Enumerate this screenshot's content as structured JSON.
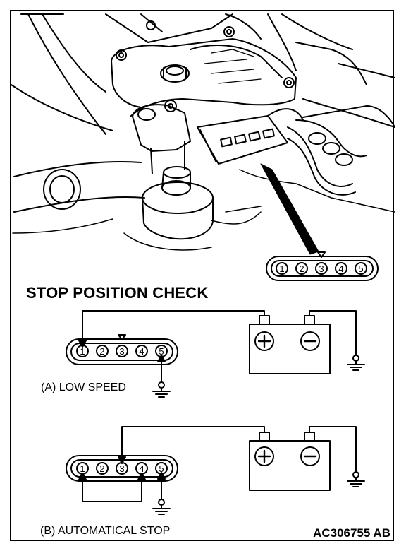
{
  "heading": "STOP POSITION CHECK",
  "connector_top": {
    "pins": [
      "1",
      "2",
      "3",
      "4",
      "5"
    ],
    "marker_pin": "3"
  },
  "case_a": {
    "label": "(A) LOW SPEED",
    "pins": [
      "1",
      "2",
      "3",
      "4",
      "5"
    ],
    "battery_positive_to_pin": "1",
    "ground_pin": "5"
  },
  "case_b": {
    "label": "(B) AUTOMATICAL STOP",
    "pins": [
      "1",
      "2",
      "3",
      "4",
      "5"
    ],
    "battery_positive_to_pin": "3",
    "jumper_pins": [
      "1",
      "4"
    ],
    "ground_pin": "5"
  },
  "battery": {
    "positive_symbol": "+",
    "negative_symbol": "−"
  },
  "figure_code": "AC306755 AB"
}
